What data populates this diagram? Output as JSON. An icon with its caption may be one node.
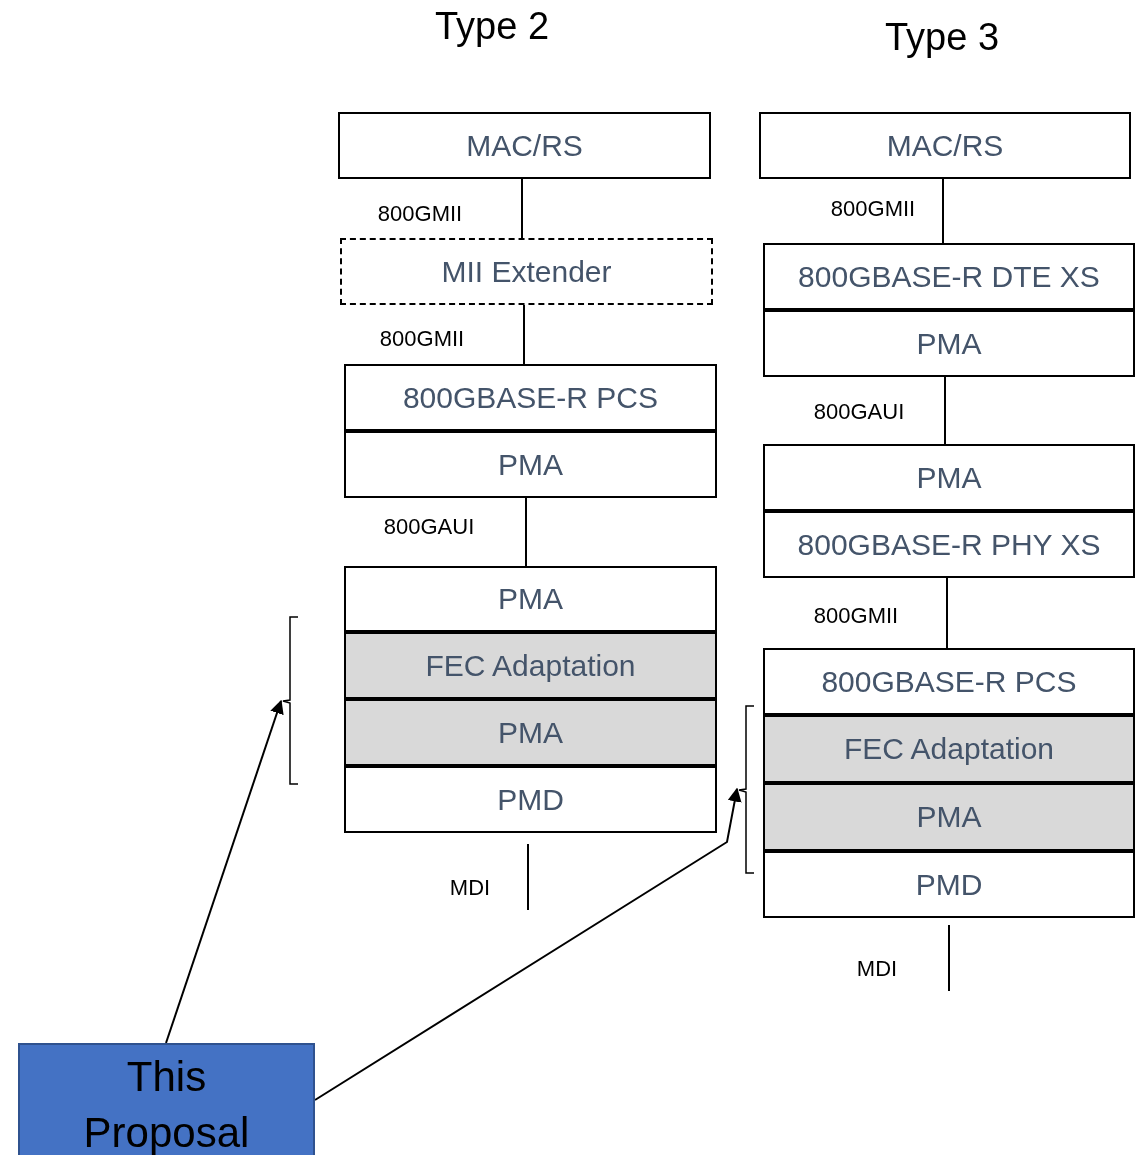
{
  "diagram": {
    "nodes": [
      {
        "text": [
          "MAC/RS"
        ]
      },
      {
        "text": [
          "MII Extender"
        ]
      },
      {
        "text": [
          "800GBASE-R PCS"
        ]
      },
      {
        "text": [
          "PMA"
        ]
      },
      {
        "text": [
          "PMA"
        ]
      },
      {
        "text": [
          "FEC Adaptation"
        ]
      },
      {
        "text": [
          "PMA"
        ]
      },
      {
        "text": [
          "PMD"
        ]
      },
      {
        "text": [
          "MAC/RS"
        ]
      },
      {
        "text": [
          "800GBASE-R DTE XS"
        ]
      },
      {
        "text": [
          "PMA"
        ]
      },
      {
        "text": [
          "PMA"
        ]
      },
      {
        "text": [
          "800GBASE-R PHY XS"
        ]
      },
      {
        "text": [
          "800GBASE-R PCS"
        ]
      },
      {
        "text": [
          "FEC Adaptation"
        ]
      },
      {
        "text": [
          "PMA"
        ]
      },
      {
        "text": [
          "PMD"
        ]
      },
      {
        "text": [
          "This Proposal"
        ]
      },
      {
        "text": [],
        "shape": "bracket"
      },
      {
        "text": [],
        "shape": "bracket"
      }
    ],
    "edges": [
      {
        "from": 0,
        "to": 1,
        "arrow": "none",
        "label": "800GMII"
      },
      {
        "from": 1,
        "to": 2,
        "arrow": "none",
        "label": "800GMII"
      },
      {
        "from": 3,
        "to": 4,
        "arrow": "none",
        "label": "800GAUI"
      },
      {
        "from": 7,
        "to": null,
        "arrow": "none",
        "label": "MDI"
      },
      {
        "from": 8,
        "to": 9,
        "arrow": "none",
        "label": "800GMII"
      },
      {
        "from": 10,
        "to": 11,
        "arrow": "none",
        "label": "800GAUI"
      },
      {
        "from": 12,
        "to": 13,
        "arrow": "none",
        "label": "800GMII"
      },
      {
        "from": 16,
        "to": null,
        "arrow": "none",
        "label": "MDI"
      },
      {
        "from": 17,
        "to": 18,
        "arrow": "to"
      },
      {
        "from": 17,
        "to": 19,
        "arrow": "to"
      }
    ],
    "labels": [
      "Type 2",
      "Type 3"
    ]
  }
}
